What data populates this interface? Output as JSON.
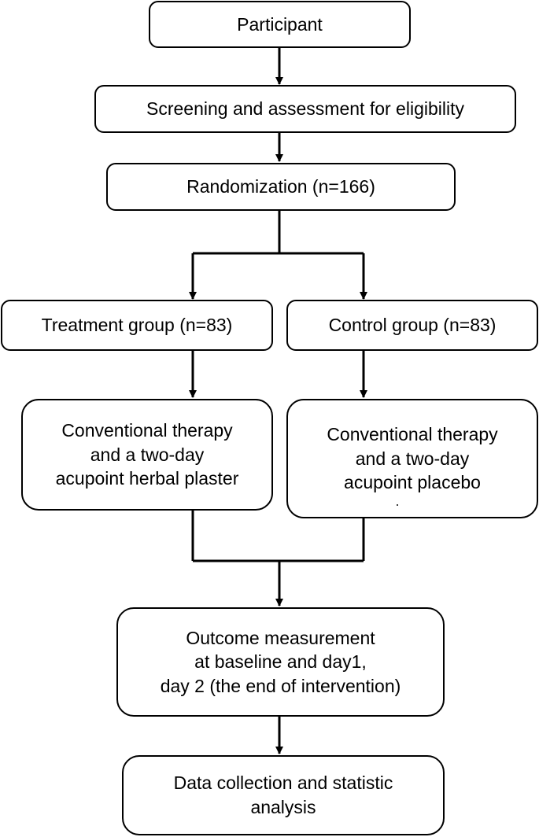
{
  "flowchart": {
    "participant": "Participant",
    "screening": "Screening and assessment for eligibility",
    "randomization": "Randomization (n=166)",
    "treatment_group": "Treatment group (n=83)",
    "control_group": "Control group (n=83)",
    "treatment_intervention": {
      "line1": "Conventional therapy",
      "line2": "and a two-day",
      "line3": "acupoint herbal plaster"
    },
    "control_intervention": {
      "line1": "Conventional therapy",
      "line2": "and a two-day",
      "line3": "acupoint placebo"
    },
    "outcome": {
      "line1": "Outcome measurement",
      "line2": "at baseline and day1,",
      "line3": "day 2 (the end of intervention)"
    },
    "data_collection": {
      "line1": "Data collection and statistic",
      "line2": "analysis"
    }
  }
}
